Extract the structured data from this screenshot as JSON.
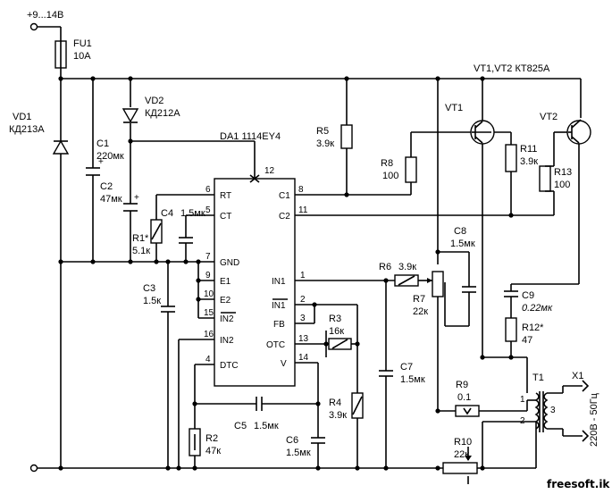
{
  "supply": {
    "voltage": "+9...14B"
  },
  "ic": {
    "name": "DA1 1114EY4",
    "pins_left": [
      {
        "num": "6",
        "name": "RT"
      },
      {
        "num": "5",
        "name": "CT"
      },
      {
        "num": "7",
        "name": "GND"
      },
      {
        "num": "9",
        "name": "E1"
      },
      {
        "num": "10",
        "name": "E2"
      },
      {
        "num": "15",
        "name": "IN2"
      },
      {
        "num": "16",
        "name": "IN2"
      },
      {
        "num": "4",
        "name": "DTC"
      }
    ],
    "pins_right": [
      {
        "num": "8",
        "name": "C1"
      },
      {
        "num": "11",
        "name": "C2"
      },
      {
        "num": "1",
        "name": "IN1"
      },
      {
        "num": "2",
        "name": "IN1"
      },
      {
        "num": "3",
        "name": "FB"
      },
      {
        "num": "13",
        "name": "OTC"
      },
      {
        "num": "14",
        "name": "V"
      }
    ],
    "pin_top": "12"
  },
  "components": {
    "fu1": {
      "ref": "FU1",
      "value": "10A"
    },
    "vd1": {
      "ref": "VD1",
      "value": "КД213А"
    },
    "vd2": {
      "ref": "VD2",
      "value": "КД212А"
    },
    "c1": {
      "ref": "C1",
      "value": "220мк"
    },
    "c2": {
      "ref": "C2",
      "value": "47мк"
    },
    "c3": {
      "ref": "C3",
      "value": "1.5к"
    },
    "c4": {
      "ref": "C4",
      "value": "1.5мк"
    },
    "r1": {
      "ref": "R1*",
      "value": "5.1к"
    },
    "r2": {
      "ref": "R2",
      "value": "47к"
    },
    "r3": {
      "ref": "R3",
      "value": "16к"
    },
    "r4": {
      "ref": "R4",
      "value": "3.9к"
    },
    "r5": {
      "ref": "R5",
      "value": "3.9к"
    },
    "r6": {
      "ref": "R6",
      "value": "3.9к"
    },
    "r7": {
      "ref": "R7",
      "value": "22к"
    },
    "r8": {
      "ref": "R8",
      "value": "100"
    },
    "r9": {
      "ref": "R9",
      "value": "0.1"
    },
    "r10": {
      "ref": "R10",
      "value": "22к"
    },
    "r11": {
      "ref": "R11",
      "value": "3.9к"
    },
    "r12": {
      "ref": "R12*",
      "value": "47"
    },
    "r13": {
      "ref": "R13",
      "value": "100"
    },
    "c5": {
      "ref": "C5",
      "value": "1.5мк"
    },
    "c6": {
      "ref": "C6",
      "value": "1.5мк"
    },
    "c7": {
      "ref": "C7",
      "value": "1.5мк"
    },
    "c8": {
      "ref": "C8",
      "value": "1.5мк"
    },
    "c9": {
      "ref": "C9",
      "value": "0.22мк"
    },
    "vt1": {
      "ref": "VT1"
    },
    "vt2": {
      "ref": "VT2"
    },
    "vt_type": "VT1,VT2 КТ825А",
    "t1": {
      "ref": "T1",
      "pins": [
        "1",
        "2",
        "3"
      ]
    },
    "x1": {
      "ref": "X1"
    },
    "output": "220В - 50Гц"
  },
  "watermark": "freesoft.ik"
}
